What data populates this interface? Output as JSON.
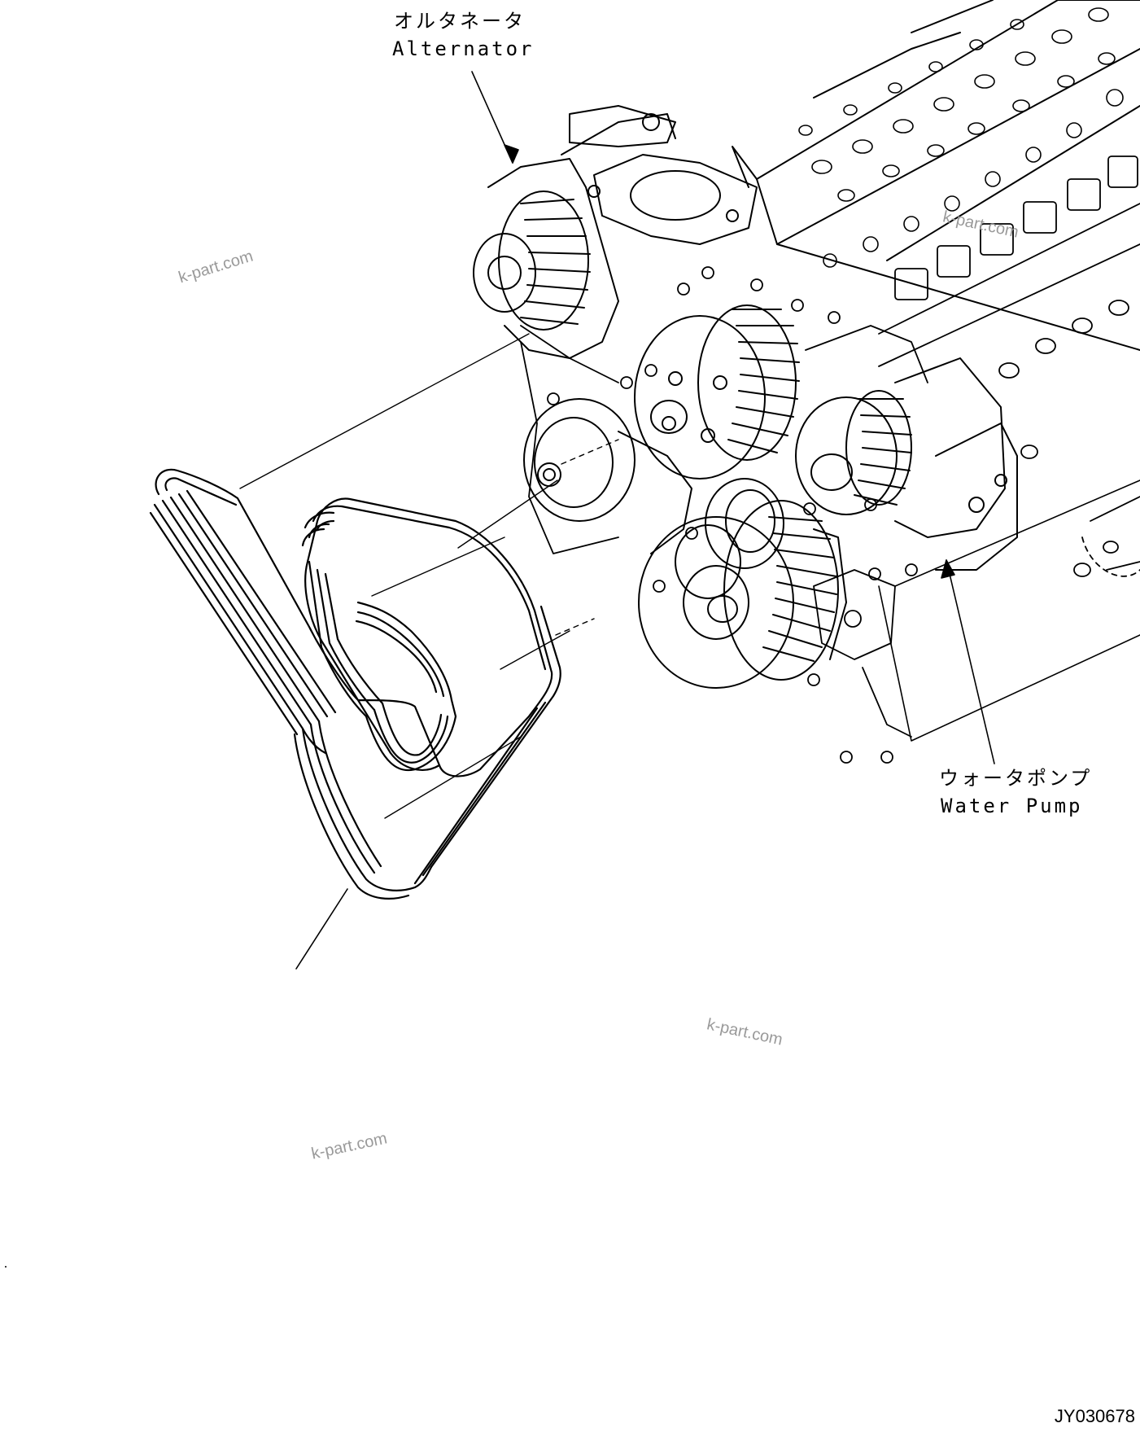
{
  "labels": {
    "alternator_jp": "オルタネータ",
    "alternator_en": "Alternator",
    "water_pump_jp": "ウォータポンプ",
    "water_pump_en": "Water Pump"
  },
  "watermarks": [
    "k-part.com",
    "k-part.com",
    "k-part.com",
    "k-part.com"
  ],
  "drawing_id": "JY030678"
}
